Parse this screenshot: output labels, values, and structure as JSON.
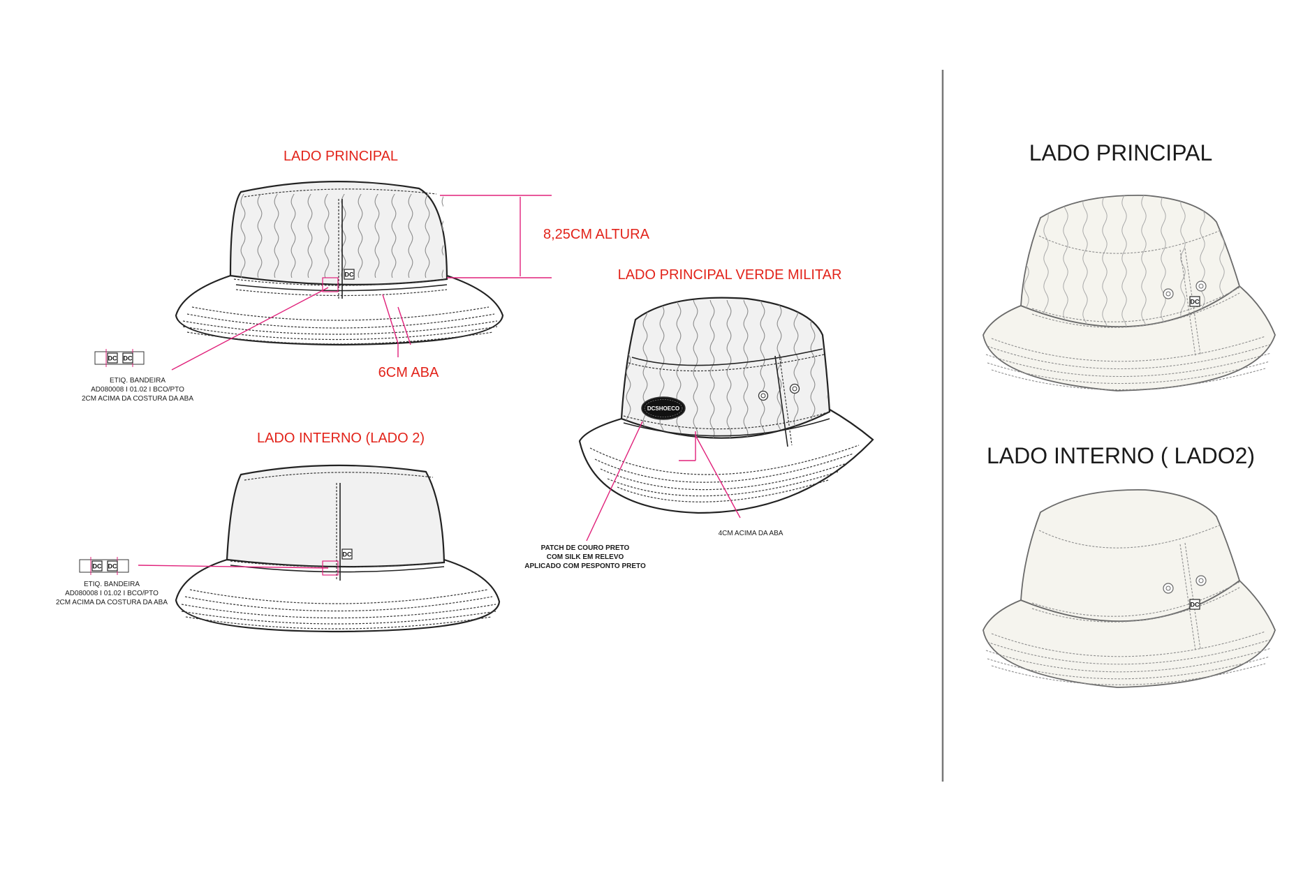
{
  "left": {
    "title_main": "LADO PRINCIPAL",
    "dim_height": "8,25CM ALTURA",
    "dim_brim": "6CM ABA",
    "label1": {
      "line1": "ETIQ. BANDEIRA",
      "line2": "AD080008 I 01.02 I BCO/PTO",
      "line3": "2CM ACIMA DA COSTURA DA ABA"
    },
    "title_inner": "LADO INTERNO (LADO 2)",
    "label2": {
      "line1": "ETIQ. BANDEIRA",
      "line2": "AD080008 I 01.02 I BCO/PTO",
      "line3": "2CM ACIMA DA COSTURA DA ABA"
    },
    "title_green": "LADO PRINCIPAL VERDE MILITAR",
    "patch_note": {
      "line1": "PATCH DE COURO PRETO",
      "line2": "COM SILK EM RELEVO",
      "line3": "APLICADO COM PESPONTO PRETO"
    },
    "above_brim_note": "4CM ACIMA DA ABA",
    "patch_text": "DCSHOECO"
  },
  "right": {
    "title_main": "LADO PRINCIPAL",
    "title_inner": "LADO INTERNO ( LADO2)"
  },
  "colors": {
    "annotation_red": "#e2231a",
    "callout_pink": "#e0207a",
    "palette_fill": "#f5f4ee"
  },
  "icons": [
    "dc-logo-icon",
    "grommet-icon",
    "leather-patch-icon"
  ]
}
